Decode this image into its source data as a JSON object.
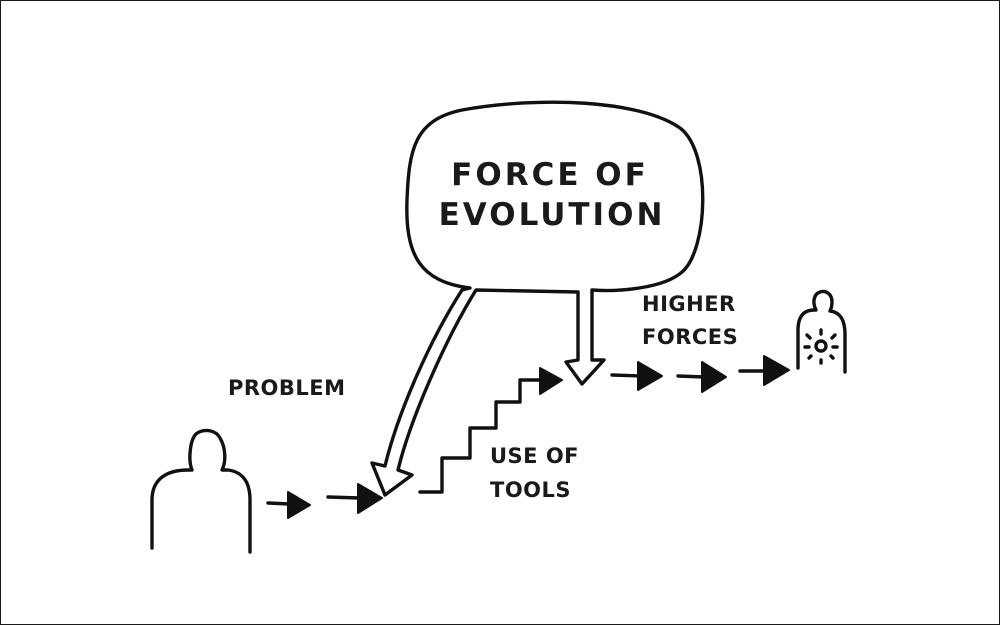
{
  "cloud": {
    "line1": "FORCE OF",
    "line2": "EVOLUTION"
  },
  "labels": {
    "problem": "PROBLEM",
    "tools_line1": "USE OF",
    "tools_line2": "TOOLS",
    "higher_line1": "HIGHER",
    "higher_line2": "FORCES"
  },
  "icons": {
    "person_start": "person-silhouette-icon",
    "person_end": "enlightened-person-icon",
    "arrow": "right-arrow-icon"
  },
  "colors": {
    "ink": "#111111",
    "background": "#ffffff"
  }
}
